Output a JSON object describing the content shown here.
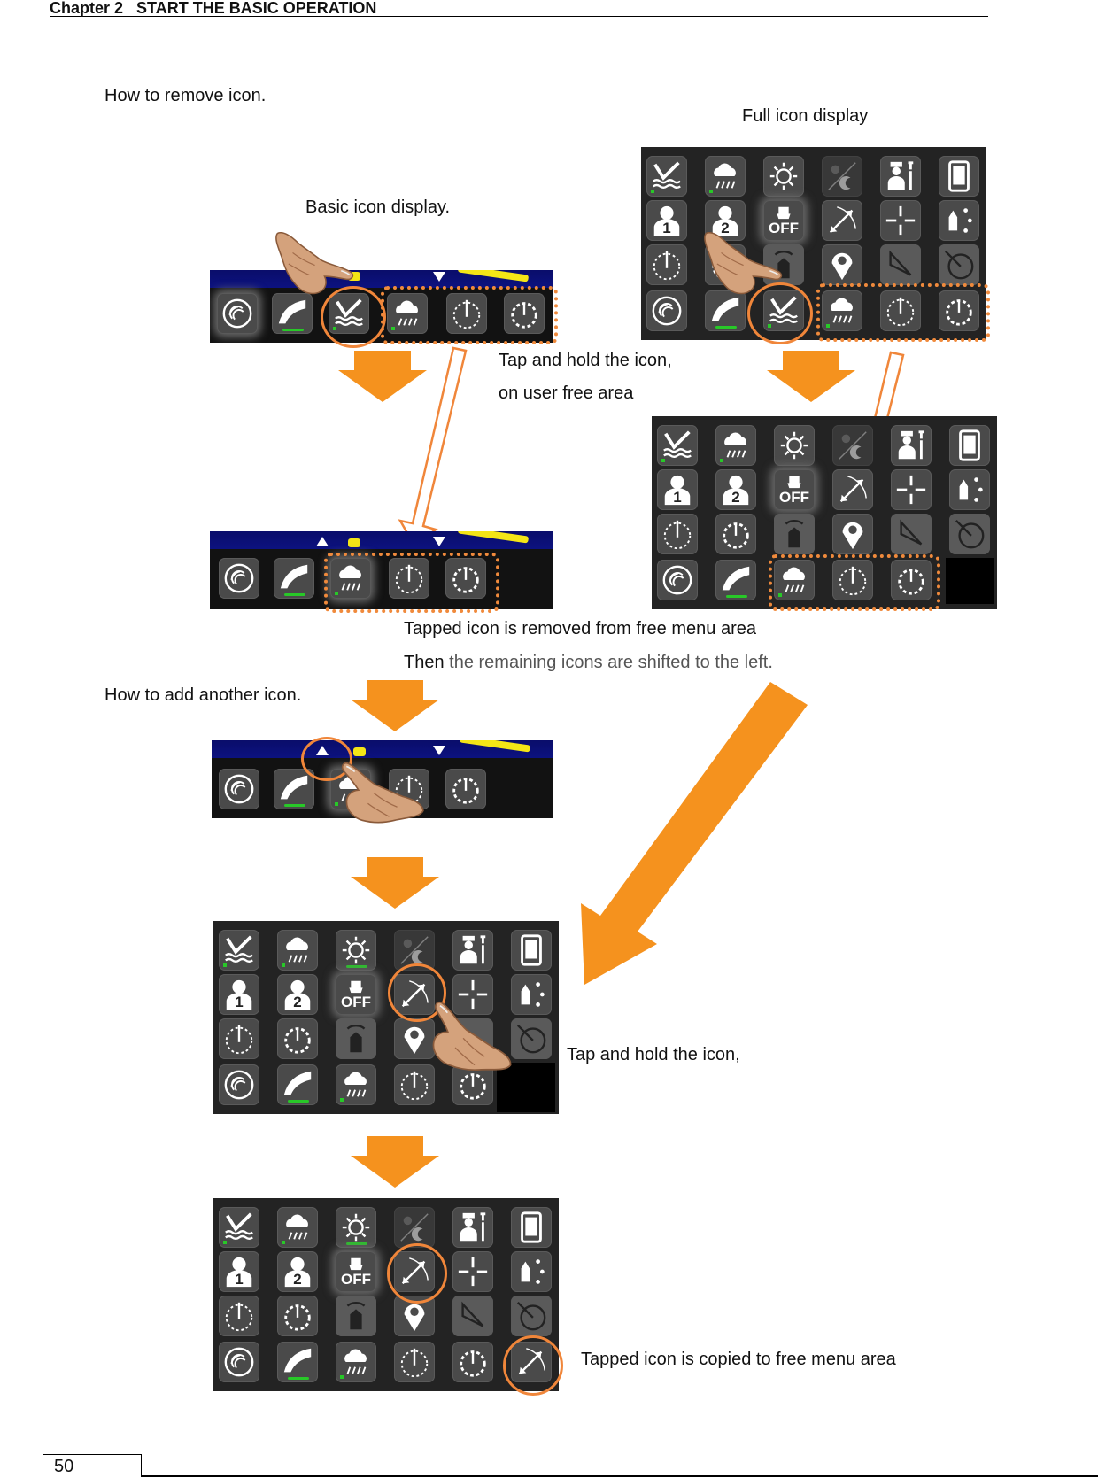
{
  "header": {
    "chapter": "Chapter 2",
    "title": "START THE BASIC OPERATION"
  },
  "labels": {
    "remove_title": "How to remove icon.",
    "full_icon_display": "Full icon display",
    "basic_icon_display": "Basic icon display.",
    "tap_hold_1": "Tap and hold the icon,",
    "user_free_area": "on user free area",
    "removed_line1": "Tapped icon is removed from free menu area",
    "removed_line2_a": "Then",
    "removed_line2_b": " the remaining icons are shifted to the left.",
    "add_title": "How to add another icon.",
    "tap_hold_2": "Tap and hold the icon,",
    "copied": "Tapped icon is copied to free menu area"
  },
  "icon_text": {
    "off": "OFF",
    "one": "1",
    "two": "2"
  },
  "colors": {
    "accent_orange": "#f5921e",
    "ring_orange": "#f0863a",
    "status_green": "#28c828",
    "panel_bg": "#232323",
    "sky_blue": "#0c1280"
  },
  "footer": {
    "page_number": "50"
  }
}
